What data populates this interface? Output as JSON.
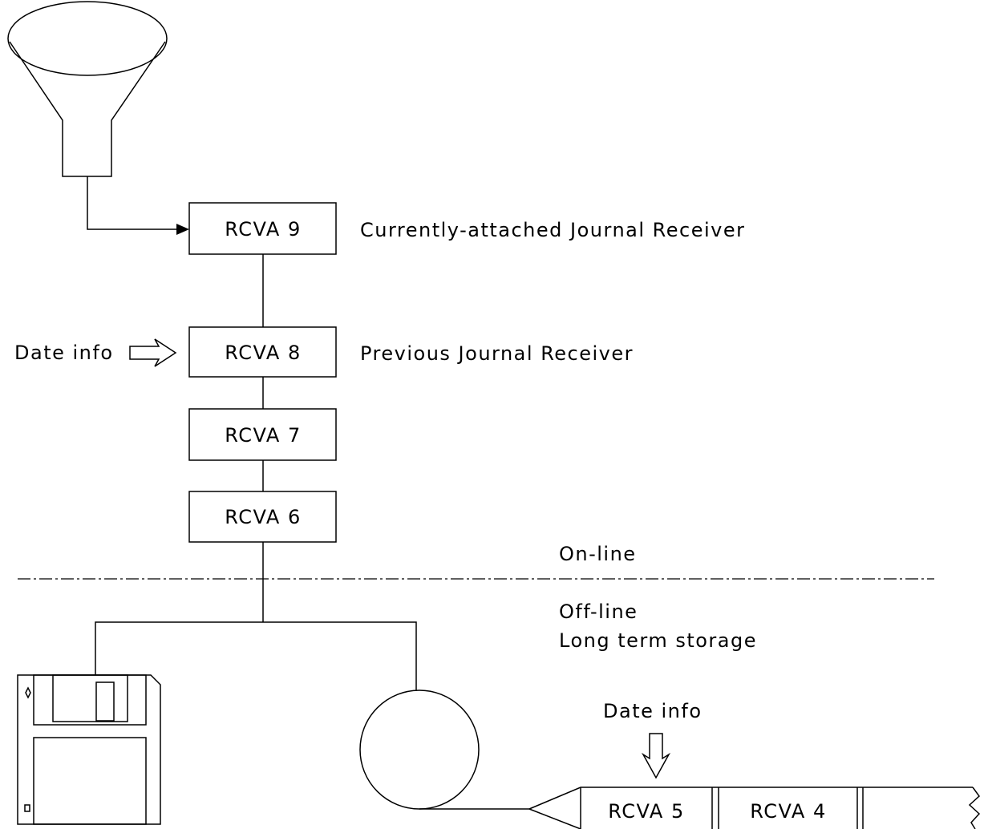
{
  "receivers": {
    "rcva9": "RCVA 9",
    "rcva8": "RCVA 8",
    "rcva7": "RCVA 7",
    "rcva6": "RCVA 6",
    "rcva5": "RCVA 5",
    "rcva4": "RCVA 4"
  },
  "labels": {
    "current": "Currently-attached Journal Receiver",
    "previous": "Previous Journal Receiver",
    "date_info_left": "Date info",
    "date_info_tape": "Date info",
    "online": "On-line",
    "offline": "Off-line",
    "long_term": "Long term storage"
  },
  "icons": {
    "funnel": "funnel-icon",
    "diskette": "diskette-icon",
    "tape_reel": "tape-reel-icon",
    "arrow_right": "hollow-arrow-right-icon",
    "arrow_down": "hollow-arrow-down-icon"
  }
}
